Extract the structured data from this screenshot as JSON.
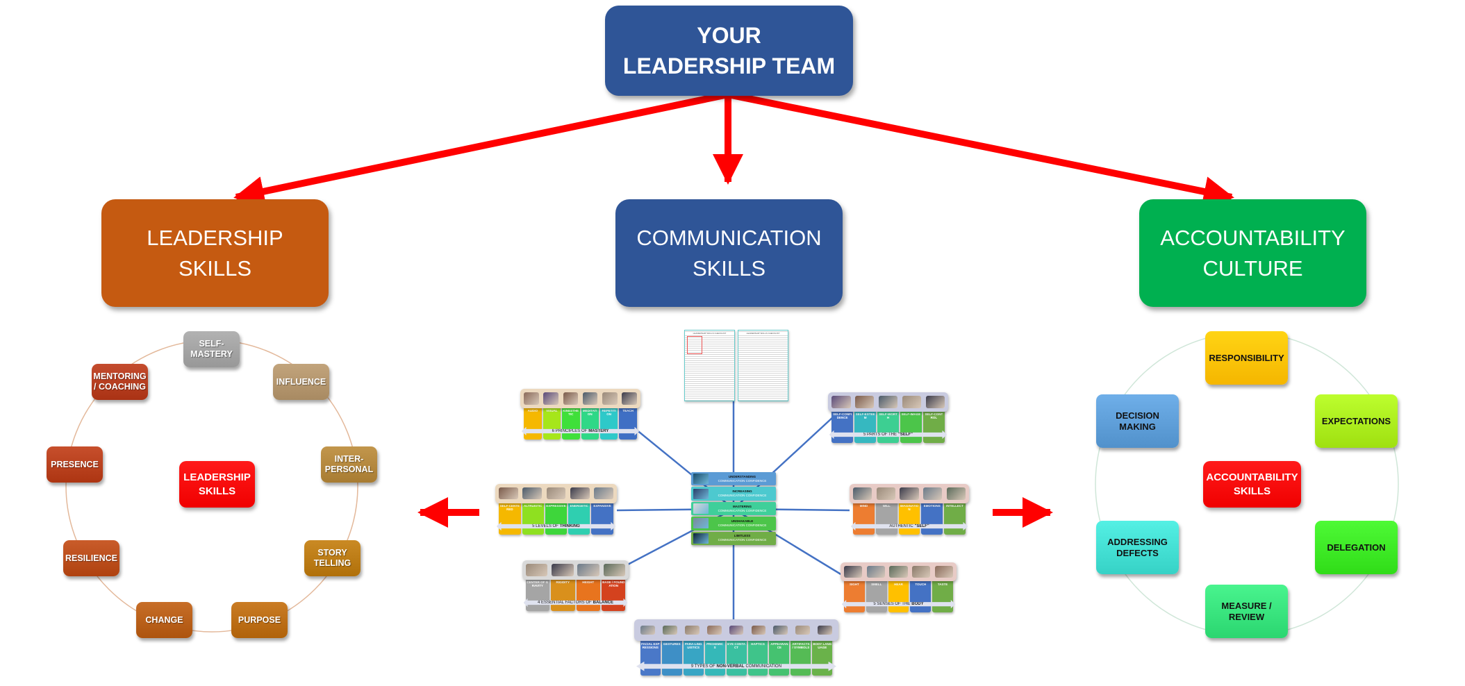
{
  "top": {
    "line1": "YOUR",
    "line2": "LEADERSHIP TEAM",
    "color": "#2f5597"
  },
  "branches": {
    "leadership": {
      "line1": "LEADERSHIP",
      "line2": "SKILLS",
      "color": "#c55a11"
    },
    "communication": {
      "line1": "COMMUNICATION",
      "line2": "SKILLS",
      "color": "#2f5597"
    },
    "accountability": {
      "line1": "ACCOUNTABILITY",
      "line2": "CULTURE",
      "color": "#00b050"
    }
  },
  "leadership_cycle": {
    "center": {
      "line1": "LEADERSHIP",
      "line2": "SKILLS"
    },
    "nodes": [
      {
        "line1": "SELF-",
        "line2": "MASTERY",
        "color": "#a0a0a0"
      },
      {
        "line1": "INFLUENCE",
        "line2": "",
        "color": "#b0926a"
      },
      {
        "line1": "INTER-",
        "line2": "PERSONAL",
        "color": "#b0843a"
      },
      {
        "line1": "STORY",
        "line2": "TELLING",
        "color": "#b87812"
      },
      {
        "line1": "PURPOSE",
        "line2": "",
        "color": "#b86a12"
      },
      {
        "line1": "CHANGE",
        "line2": "",
        "color": "#b55c16"
      },
      {
        "line1": "RESILIENCE",
        "line2": "",
        "color": "#b74a18"
      },
      {
        "line1": "PRESENCE",
        "line2": "",
        "color": "#b53d1a"
      },
      {
        "line1": "MENTORING",
        "line2": "/ COACHING",
        "color": "#b23a1c"
      }
    ]
  },
  "accountability_cycle": {
    "center": {
      "line1": "ACCOUNTABILITY",
      "line2": "SKILLS"
    },
    "nodes": [
      {
        "line1": "RESPONSIBILITY",
        "line2": "",
        "color": "#ffc000"
      },
      {
        "line1": "EXPECTATIONS",
        "line2": "",
        "color": "#a9ea1a"
      },
      {
        "line1": "DELEGATION",
        "line2": "",
        "color": "#3ae622"
      },
      {
        "line1": "MEASURE /",
        "line2": "REVIEW",
        "color": "#35e07a"
      },
      {
        "line1": "ADDRESSING",
        "line2": "DEFECTS",
        "color": "#40dcd0"
      },
      {
        "line1": "DECISION",
        "line2": "MAKING",
        "color": "#5b9bd5"
      }
    ]
  },
  "checklist": {
    "title": "LEADERSHIP SKILLS CHECKLIST"
  },
  "confidence_stack": [
    {
      "level": "UNDERSTANDING",
      "text": "COMMUNICATION CONFIDENCE",
      "color": "#5b9bd5"
    },
    {
      "level": "INCREASING",
      "text": "COMMUNICATION CONFIDENCE",
      "color": "#4dc9cf"
    },
    {
      "level": "MASTERING",
      "text": "COMMUNICATION CONFIDENCE",
      "color": "#3fcf9a"
    },
    {
      "level": "UNSHAKABLE",
      "text": "COMMUNICATION CONFIDENCE",
      "color": "#4cc54a"
    },
    {
      "level": "LIMITLESS",
      "text": "COMMUNICATION CONFIDENCE",
      "color": "#70ad47"
    }
  ],
  "panels": [
    {
      "id": "principles",
      "caption": "6 PRINCIPLES OF",
      "caption_bold": "MASTERY",
      "frame": "#ecd9bf",
      "columns": [
        {
          "label": "AUDIO",
          "color": "#f5b800"
        },
        {
          "label": "VISUAL",
          "color": "#a6e61a"
        },
        {
          "label": "KINESTHETIC",
          "color": "#3fe03a"
        },
        {
          "label": "MEDITATION",
          "color": "#2fd887"
        },
        {
          "label": "REPETITION",
          "color": "#2ec9c9"
        },
        {
          "label": "TEACH",
          "color": "#3f6fc4"
        }
      ]
    },
    {
      "id": "self-parts",
      "caption": "5 PARTS OF THE",
      "caption_bold": "\"SELF\"",
      "frame": "#c9cbe0",
      "columns": [
        {
          "label": "SELF-CONFIDENCE",
          "color": "#4472c4"
        },
        {
          "label": "SELF-ESTEEM",
          "color": "#36b8c0"
        },
        {
          "label": "SELF-WORTH",
          "color": "#3dcf92"
        },
        {
          "label": "SELF-IMAGE",
          "color": "#4cc54a"
        },
        {
          "label": "SELF-CONTROL",
          "color": "#70ad47"
        }
      ]
    },
    {
      "id": "thinking",
      "caption": "5 LEVELS OF",
      "caption_bold": "THINKING",
      "frame": "#ecd9bf",
      "columns": [
        {
          "label": "SELF-CENTERED",
          "color": "#f5b800"
        },
        {
          "label": "ALTRUISTIC",
          "color": "#8fe020"
        },
        {
          "label": "EXPRESSIVE",
          "color": "#3ed63b"
        },
        {
          "label": "ENERGETIC",
          "color": "#2fcfb0"
        },
        {
          "label": "EXPANSIVE",
          "color": "#4472c4"
        }
      ]
    },
    {
      "id": "authentic",
      "caption": "AUTHENTIC",
      "caption_bold": "\"SELF\"",
      "frame": "#e8cbc6",
      "columns": [
        {
          "label": "MIND",
          "color": "#ed7d31"
        },
        {
          "label": "WILL",
          "color": "#a5a5a5"
        },
        {
          "label": "IMAGINATION",
          "color": "#ffc000"
        },
        {
          "label": "EMOTIONS",
          "color": "#4472c4"
        },
        {
          "label": "INTELLECT",
          "color": "#70ad47"
        }
      ]
    },
    {
      "id": "balance",
      "caption": "4 ESSENTIAL FACTORS OF",
      "caption_bold": "BALANCE",
      "frame": "#d9d9d9",
      "columns": [
        {
          "label": "CENTER OF GRAVITY",
          "color": "#a5a5a5"
        },
        {
          "label": "RIGIDITY",
          "color": "#d9901c"
        },
        {
          "label": "HEIGHT",
          "color": "#e8741e"
        },
        {
          "label": "BASE / FOUNDATION",
          "color": "#d4421e"
        }
      ]
    },
    {
      "id": "senses",
      "caption": "5 SENSES OF THE",
      "caption_bold": "BODY",
      "frame": "#e8cbc6",
      "columns": [
        {
          "label": "SIGHT",
          "color": "#ed7d31"
        },
        {
          "label": "SMELL",
          "color": "#a5a5a5"
        },
        {
          "label": "HEAR",
          "color": "#ffc000"
        },
        {
          "label": "TOUCH",
          "color": "#4472c4"
        },
        {
          "label": "TASTE",
          "color": "#70ad47"
        }
      ]
    },
    {
      "id": "nonverbal",
      "caption": "9 TYPES OF",
      "caption_bold": "NON-VERBAL",
      "caption_suffix": "COMMUNICATION",
      "frame": "#c9cbe0",
      "columns": [
        {
          "label": "FACIAL EXPRESSIONS",
          "color": "#4a78c8"
        },
        {
          "label": "GESTURES",
          "color": "#3e8fc6"
        },
        {
          "label": "PARA-LINGUISTICS",
          "color": "#38a5c4"
        },
        {
          "label": "PROXEMICS",
          "color": "#35b8b8"
        },
        {
          "label": "EYE CONTACT",
          "color": "#3ac0a0"
        },
        {
          "label": "HAPTICS",
          "color": "#3fc48a"
        },
        {
          "label": "APPEARANCE",
          "color": "#45c270"
        },
        {
          "label": "ARTIFACTS / SYMBOLS",
          "color": "#55bb55"
        },
        {
          "label": "BODY LANGUAGE",
          "color": "#6ab24a"
        }
      ]
    }
  ],
  "colors": {
    "arrow": "#ff0000",
    "connector": "#4472c4",
    "center_red": "#ff0000"
  }
}
